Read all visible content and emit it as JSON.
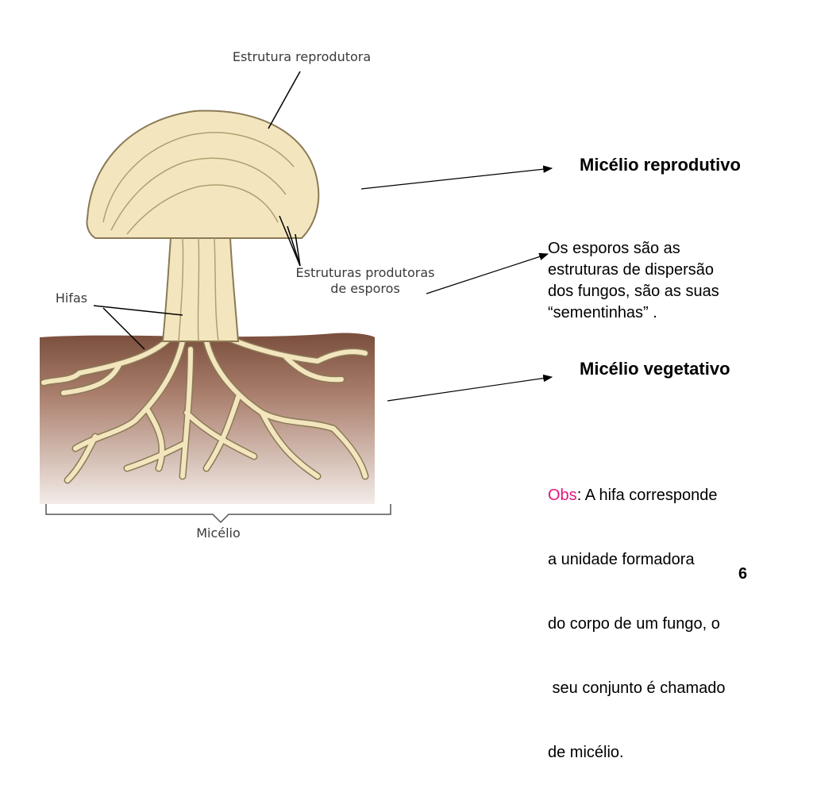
{
  "diagram": {
    "label_top": "Estrutura reprodutora",
    "label_spores_line1": "Estruturas produtoras",
    "label_spores_line2": "de esporos",
    "label_hyphae": "Hifas",
    "label_mycelium": "Micélio"
  },
  "slide": {
    "heading_reproductive": "Micélio reprodutivo",
    "spores_text": [
      "Os esporos são as",
      "estruturas de dispersão",
      "dos fungos, são as suas",
      "“sementinhas” ."
    ],
    "heading_vegetative": "Micélio vegetativo",
    "obs_label": "Obs",
    "obs_first_line_rest": ": A hifa corresponde",
    "obs_lines": [
      "a unidade formadora",
      "do corpo de um fungo, o",
      " seu conjunto é chamado",
      "de micélio."
    ],
    "page_number": "6"
  },
  "colors": {
    "hypha": "#f3e6bf",
    "hypha_outline": "#8a7a55",
    "soil_top": "#7a4e3c",
    "soil_bottom": "#efe6e1",
    "obs": "#e0197a"
  }
}
